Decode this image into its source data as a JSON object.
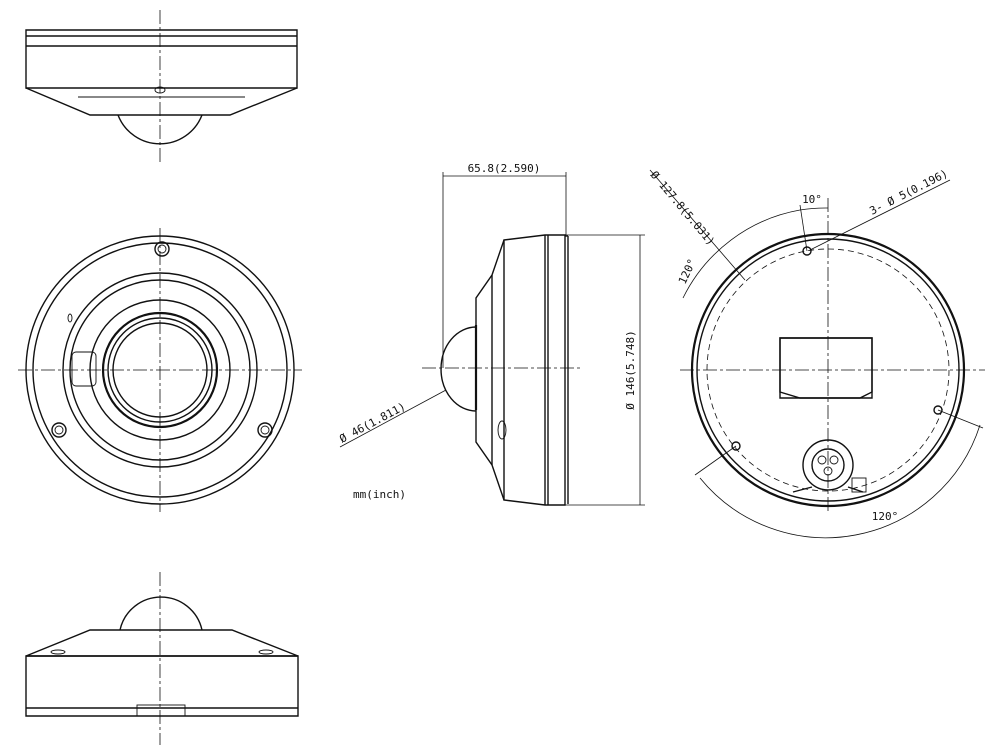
{
  "units_note": "mm(inch)",
  "side_view": {
    "depth_dim": "65.8(2.590)",
    "diameter_dim": "Ø 146(5.748)",
    "dome_dim": "Ø 46(1.811)"
  },
  "rear_view": {
    "bolt_circle_dim": "Ø 127.8(5.031)",
    "offset_angle": "10°",
    "hole_dim": "3- Ø 5(0.196)",
    "angle_left": "120°",
    "angle_bottom": "120°"
  }
}
